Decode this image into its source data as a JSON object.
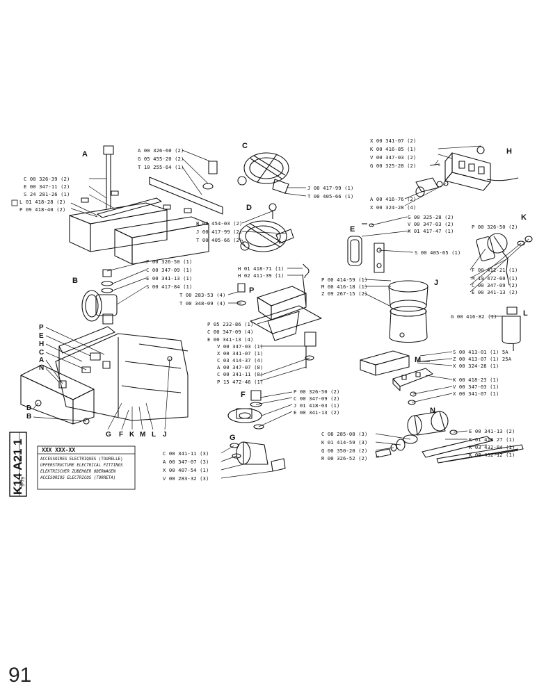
{
  "page_number": "91",
  "sheet_code": "K14 A21 1",
  "date": "9-79",
  "title": {
    "code": "XXX XXX-XX",
    "fr": "ACCESSOIRES ELECTRIQUES (TOURELLE)",
    "en": "UPPERSTRUCTURE ELECTRICAL FITTINGS",
    "de": "ELEKTRISCHER ZUBEHOER OBERWAGEN",
    "es": "ACCESORIOS ELECTRICOS (TORRETA)"
  },
  "group_letters": {
    "A": "A",
    "B": "B",
    "C": "C",
    "D": "D",
    "E": "E",
    "F": "F",
    "G": "G",
    "H": "H",
    "J": "J",
    "K": "K",
    "L": "L",
    "M": "M",
    "N": "N",
    "P": "P"
  },
  "parts": {
    "A": [
      "C 00 326-39 (2)",
      "E 00 347-11 (2)",
      "S 24 281-26 (1)",
      "L 01 418-28 (2)",
      "P 09 418-40 (2)"
    ],
    "A_top": [
      "A 00 326-60 (2)",
      "G 05 455-20 (2)",
      "T 10 255-64 (1)"
    ],
    "C": [
      "J 00 417-99 (1)",
      "T 00 405-66 (1)"
    ],
    "D": [
      "B 00 454-03 (2)",
      "J 00 417-99 (2)",
      "T 00 405-66 (2)"
    ],
    "B": [
      "P 00 326-50 (1)",
      "C 00 347-09 (1)",
      "E 00 341-13 (1)",
      "S 00 417-84 (1)"
    ],
    "H": [
      "X 00 341-07 (2)",
      "K 00 416-85 (1)",
      "V 00 347-03 (2)",
      "G 00 325-28 (2)"
    ],
    "H_low": [
      "A 00 416-76 (2)",
      "X 00 324-28 (4)"
    ],
    "E": [
      "G 00 325-28 (2)",
      "V 00 347-03 (2)",
      "X 01 417-47 (1)",
      "S 00 405-65 (1)"
    ],
    "K": [
      "P 00 326-50 (2)",
      "F 00 412-21 (1)",
      "M 19 472-60 (1)",
      "C 00 347-09 (2)",
      "E 00 341-13 (2)"
    ],
    "P_top": [
      "H 01 418-71 (1)",
      "H 02 411-39 (1)"
    ],
    "P_left": [
      "T 00 283-53 (4)",
      "T 00 348-09 (4)"
    ],
    "J": [
      "P 00 414-59 (1)",
      "M 00 416-18 (1)",
      "Z 09 267-15 (2)"
    ],
    "L": [
      "G 00 416-82 (1)"
    ],
    "P": [
      "P 05 232-86 (1)",
      "C 00 347-09 (4)",
      "E 00 341-13 (4)",
      "V 00 347-03 (1)",
      "X 00 341-07 (1)",
      "C 03 414-37 (4)",
      "A 00 347-07 (8)",
      "C 00 341-11 (8)",
      "P 15 472-46 (1)"
    ],
    "M": [
      "S 00 413-01 (1) 5A",
      "Z 00 413-07 (1) 25A",
      "X 00 324-28 (1)",
      "K 00 418-23 (1)",
      "V 00 347-03 (1)",
      "X 00 341-07 (1)"
    ],
    "F": [
      "P 00 326-50 (2)",
      "C 00 347-09 (2)",
      "J 01 418-03 (1)",
      "E 00 341-13 (2)"
    ],
    "N_left": [
      "C 08 285-08 (3)",
      "K 01 414-59 (3)",
      "Q 00 350-20 (2)",
      "R 00 326-52 (2)"
    ],
    "N_right": [
      "E 00 341-13 (2)",
      "K 01 418 27 (1)",
      "K 03 432-84 (1)",
      "K 08 432-12 (1)"
    ],
    "G": [
      "C 00 341-11 (3)",
      "A 00 347-07 (3)",
      "X 00 407-54 (1)",
      "V 00 283-32 (3)"
    ]
  }
}
